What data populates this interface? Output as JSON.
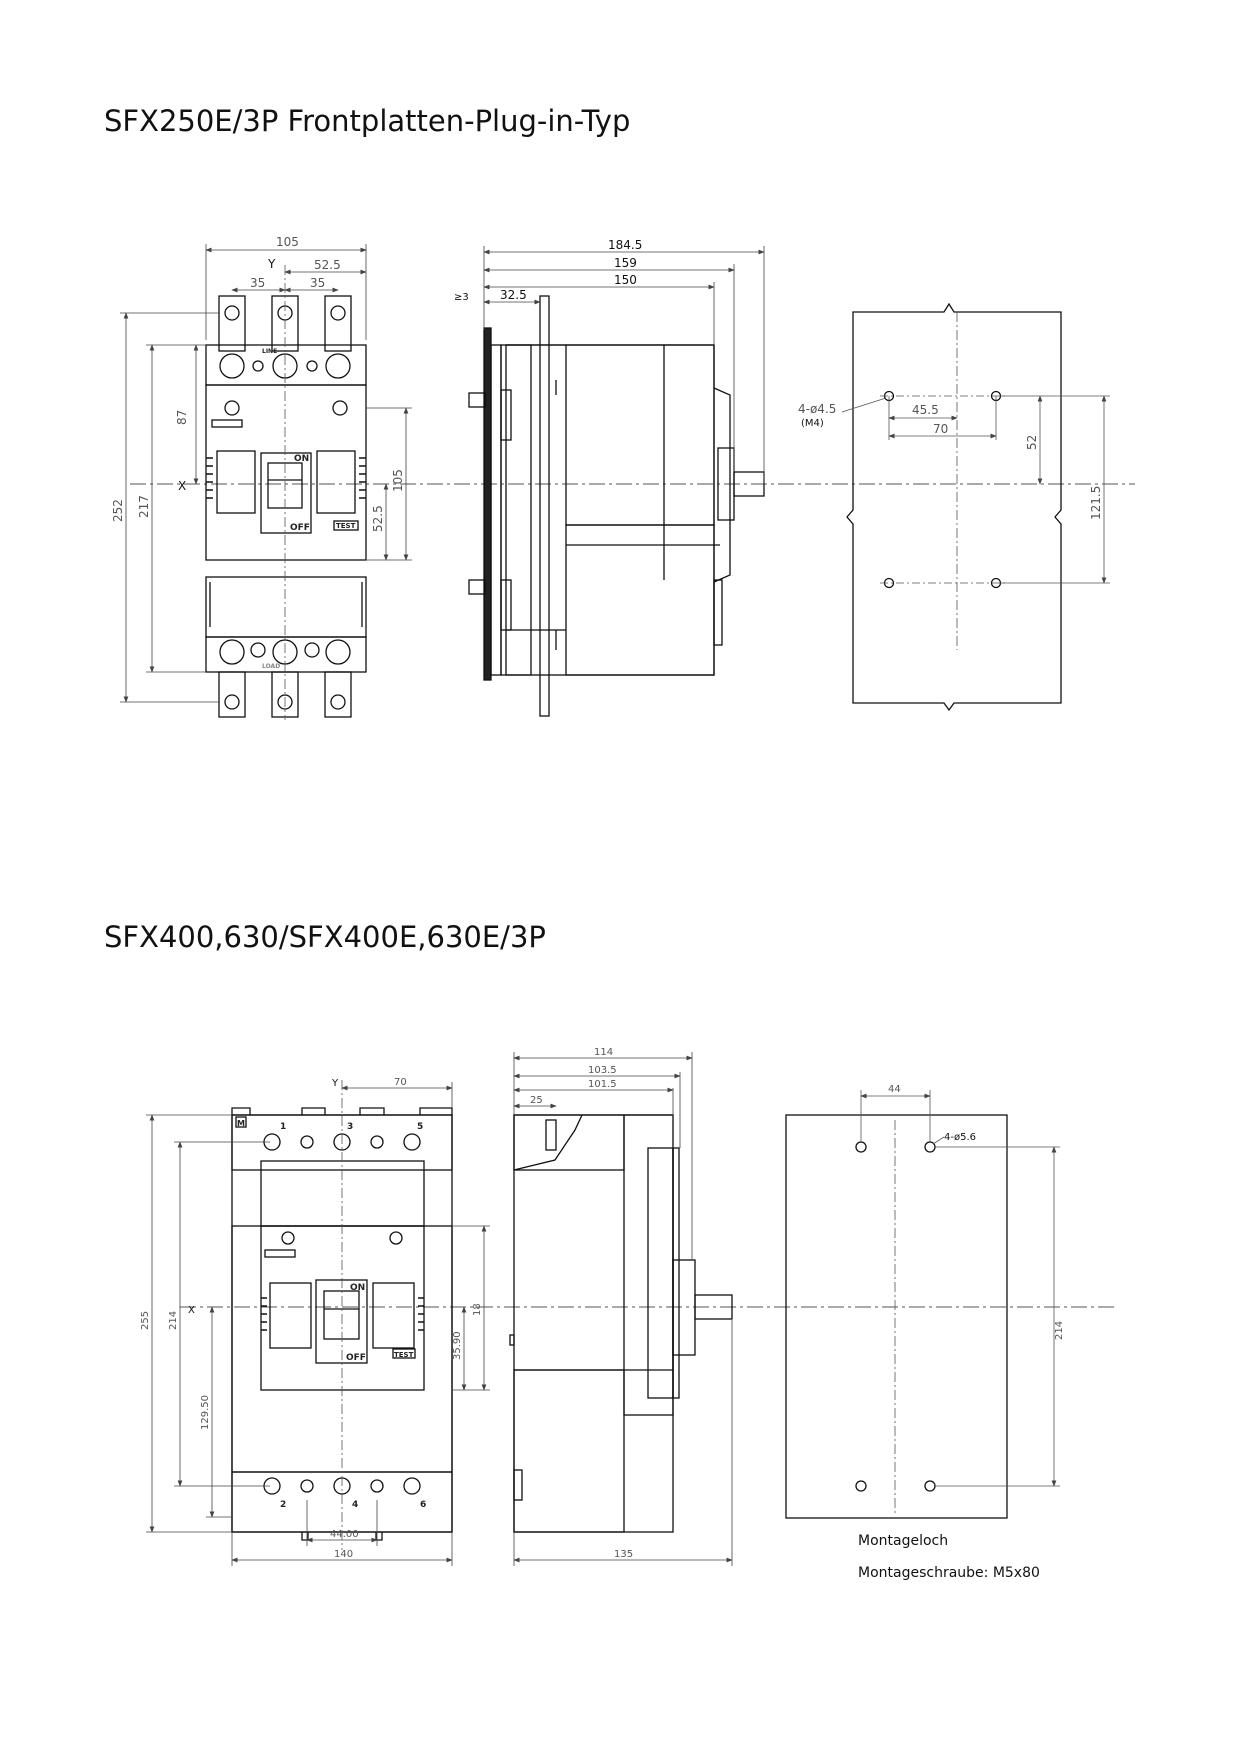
{
  "titles": {
    "section1": "SFX250E/3P Frontplatten-Plug-in-Typ",
    "section2": "SFX400,630/SFX400E,630E/3P"
  },
  "notes": {
    "mounting_hole": "Montageloch",
    "mounting_screw": "Montageschraube: M5x80"
  },
  "d1": {
    "front": {
      "w105": "105",
      "w52_5": "52.5",
      "w35a": "35",
      "w35b": "35",
      "h252": "252",
      "h217": "217",
      "h87": "87",
      "h105": "105",
      "h52_5": "52.5",
      "ax_y": "Y",
      "ax_x": "X",
      "on": "ON",
      "off": "OFF",
      "test": "TEST",
      "line": "LINE",
      "load": "LOAD"
    },
    "side": {
      "d184_5": "184.5",
      "d159": "159",
      "d150": "150",
      "d32_5": "32.5",
      "d3": "≥3"
    },
    "mount": {
      "holes": "4-ø4.5",
      "m4": "(M4)",
      "d45_5": "45.5",
      "d70": "70",
      "d52": "52",
      "d121_5": "121.5"
    }
  },
  "d2": {
    "front": {
      "w70": "70",
      "w140": "140",
      "w44": "44.00",
      "h255": "255",
      "h214": "214",
      "h129": "129.50",
      "h35_9": "35.90",
      "h14": "18",
      "ax_y": "Y",
      "ax_x": "X",
      "on": "ON",
      "off": "OFF",
      "test": "TEST",
      "m": "M",
      "t1": "1",
      "t3": "3",
      "t5": "5",
      "t2": "2",
      "t4": "4",
      "t6": "6"
    },
    "side": {
      "d114": "114",
      "d103_5": "103.5",
      "d101_5": "101.5",
      "d25": "25",
      "d135": "135"
    },
    "mount": {
      "d44": "44",
      "holes": "4-ø5.6",
      "d214": "214"
    }
  }
}
